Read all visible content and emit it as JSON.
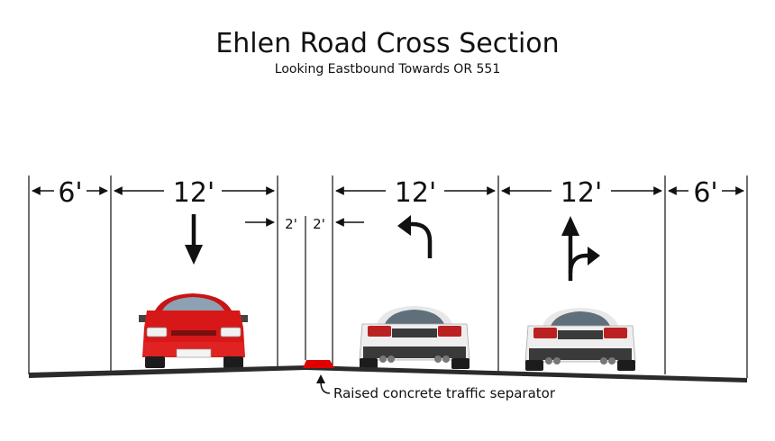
{
  "title": "Ehlen Road Cross Section",
  "subtitle": "Looking Eastbound Towards OR 551",
  "dimensions": [
    {
      "label": "6'"
    },
    {
      "label": "12'"
    },
    {
      "label": "2'"
    },
    {
      "label": "2'"
    },
    {
      "label": "12'"
    },
    {
      "label": "12'"
    },
    {
      "label": "6'"
    }
  ],
  "lane_arrows": [
    "down-arrow-icon",
    "left-turn-arrow-icon",
    "through-right-arrow-icon"
  ],
  "vehicles": [
    "red-hatchback-front-view",
    "white-sports-car-rear-view",
    "white-sports-car-rear-view"
  ],
  "separator_label": "Raised concrete traffic separator",
  "colors": {
    "road": "#2b2b2b",
    "separator": "#e00000",
    "red_car": "#d81818",
    "white_car": "#eeeeee"
  }
}
